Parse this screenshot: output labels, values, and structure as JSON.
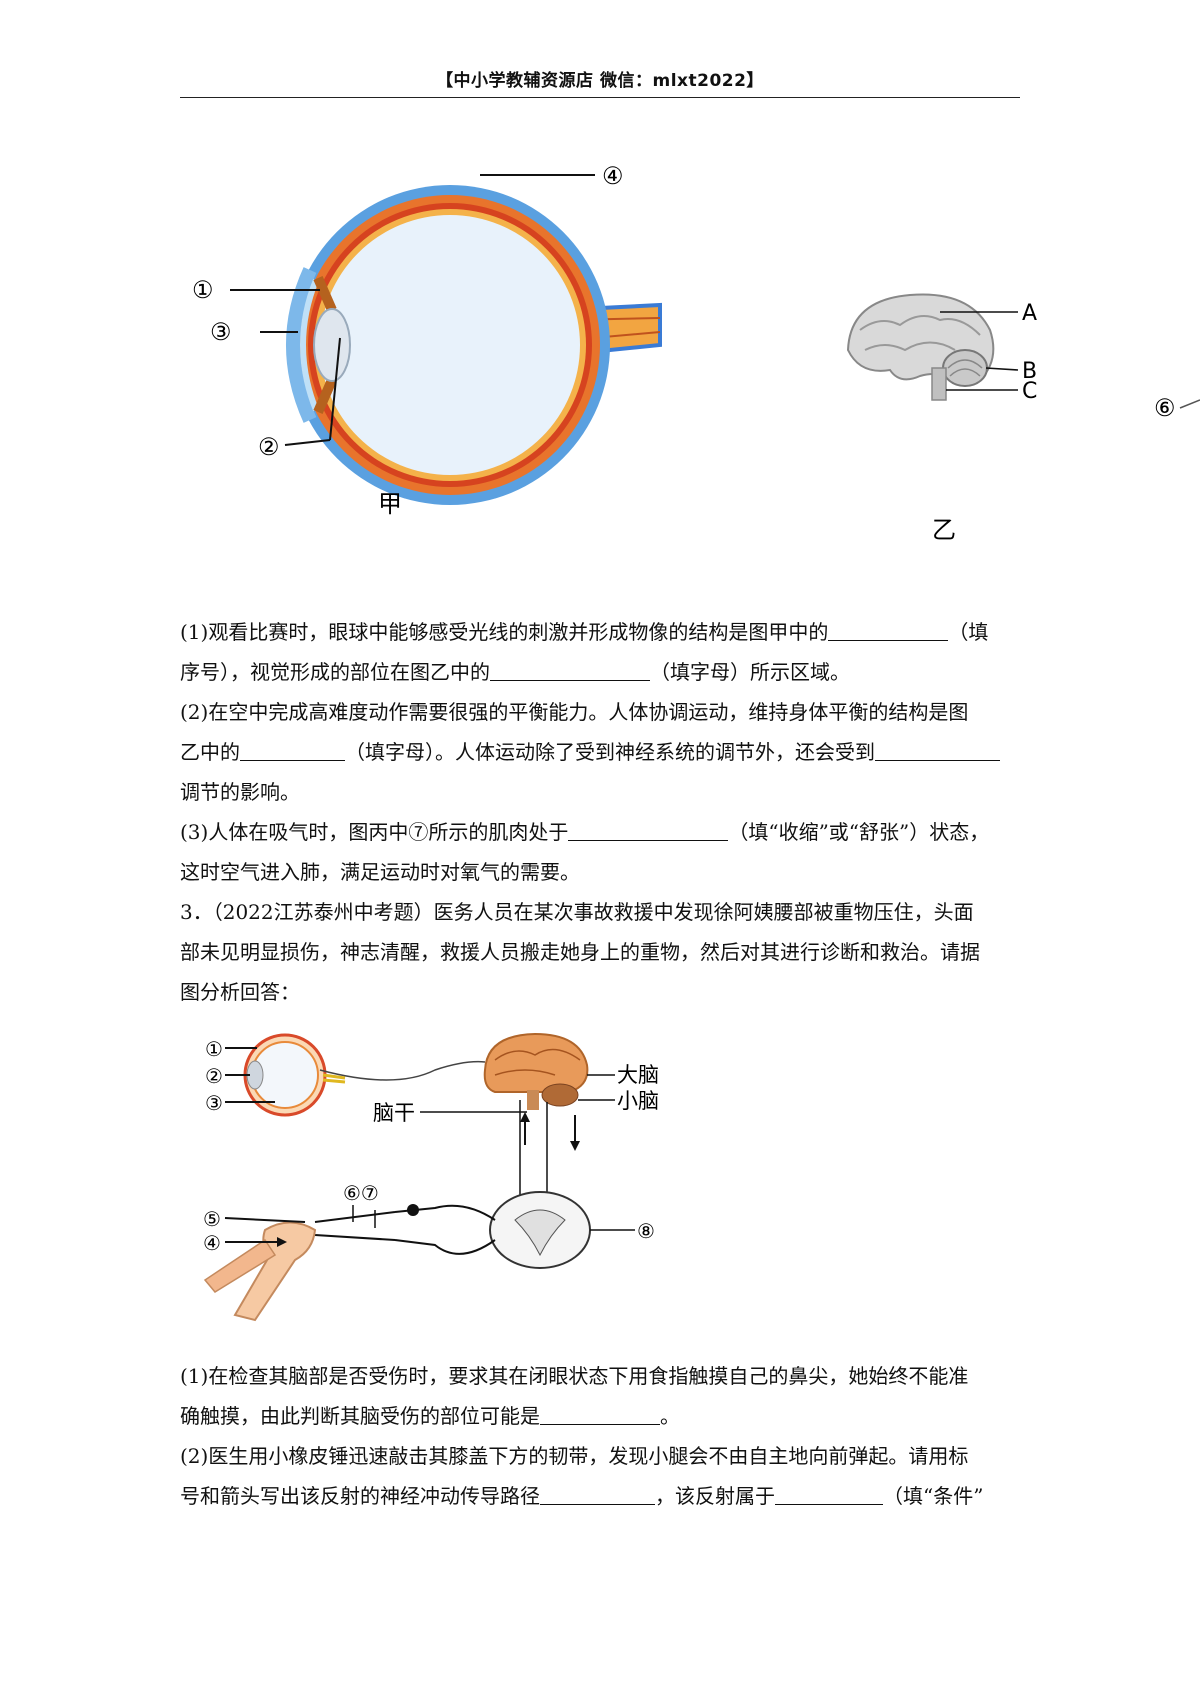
{
  "header": {
    "text": "【中小学教辅资源店 微信：mlxt2022】"
  },
  "figure_jia": {
    "labels": [
      "①",
      "②",
      "③",
      "④"
    ],
    "caption": "甲"
  },
  "figure_yi": {
    "labels": [
      "A",
      "B",
      "C"
    ],
    "caption": "乙"
  },
  "figure_bing_partial": {
    "label": "⑥"
  },
  "questions_q2": [
    {
      "a": "(1)观看比赛时，眼球中能够感受光线的刺激并形成物像的结构是图甲中的",
      "b": "（填",
      "c": "序号），视觉形成的部位在图乙中的",
      "d": "（填字母）所示区域。"
    },
    {
      "a": "(2)在空中完成高难度动作需要很强的平衡能力。人体协调运动，维持身体平衡的结构是图",
      "b": "乙中的",
      "c": "（填字母）。人体运动除了受到神经系统的调节外，还会受到",
      "d": "调节的影响。"
    },
    {
      "a": "(3)人体在吸气时，图丙中⑦所示的肌肉处于",
      "b": "（填“收缩”或“舒张”）状态，",
      "c": "这时空气进入肺，满足运动时对氧气的需要。"
    }
  ],
  "question3": {
    "stem_line1": "3．（2022江苏泰州中考题）医务人员在某次事故救援中发现徐阿姨腰部被重物压住，头面",
    "stem_line2": "部未见明显损伤，神志清醒，救援人员搬走她身上的重物，然后对其进行诊断和救治。请据",
    "stem_line3": "图分析回答：",
    "figure": {
      "labels": [
        "①",
        "②",
        "③",
        "④",
        "⑤",
        "⑥⑦",
        "⑧"
      ],
      "brain_label": "大脑",
      "cerebellum_label": "小脑",
      "brainstem_label": "脑干"
    },
    "sub1_line1": "(1)在检查其脑部是否受伤时，要求其在闭眼状态下用食指触摸自己的鼻尖，她始终不能准",
    "sub1_line2a": "确触摸，由此判断其脑受伤的部位可能是",
    "sub1_line2b": "。",
    "sub2_line1": "(2)医生用小橡皮锤迅速敲击其膝盖下方的韧带，发现小腿会不由自主地向前弹起。请用标",
    "sub2_line2a": "号和箭头写出该反射的神经冲动传导路径",
    "sub2_line2b": "，该反射属于",
    "sub2_line2c": "（填“条件”"
  }
}
